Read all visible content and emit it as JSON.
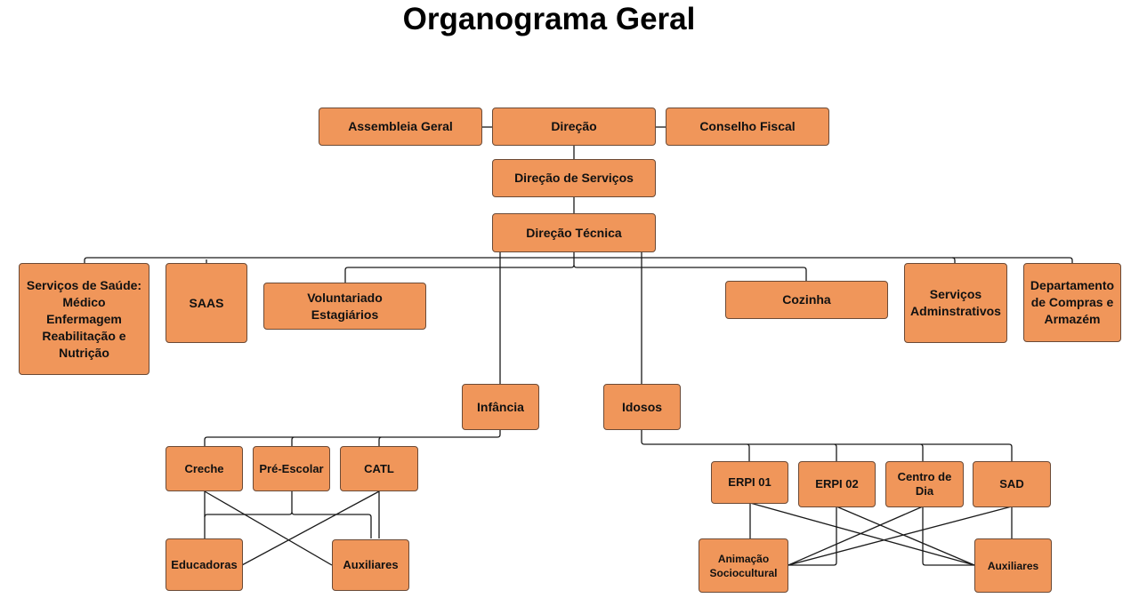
{
  "title": "Organograma Geral",
  "colors": {
    "node_fill": "#f0965a",
    "node_border": "#6b4a36",
    "connector": "#1a1a1a",
    "background": "#ffffff"
  },
  "nodes": {
    "assembleia": "Assembleia Geral",
    "direcao": "Direção",
    "conselho": "Conselho Fiscal",
    "direcao_servicos": "Direção de Serviços",
    "direcao_tecnica": "Direção Técnica",
    "saude": "Serviços de Saúde:\nMédico\nEnfermagem\nReabilitação e\nNutrição",
    "saas": "SAAS",
    "voluntariado": "Voluntariado\nEstagiários",
    "cozinha": "Cozinha",
    "administrativos": "Serviços\nAdminstrativos",
    "compras": "Departamento\nde Compras e\nArmazém",
    "infancia": "Infância",
    "idosos": "Idosos",
    "creche": "Creche",
    "pre_escolar": "Pré-Escolar",
    "catl": "CATL",
    "educadoras": "Educadoras",
    "auxiliares_infancia": "Auxiliares",
    "erpi01": "ERPI 01",
    "erpi02": "ERPI 02",
    "centro_dia": "Centro de\nDia",
    "sad": "SAD",
    "animacao": "Animação\nSociocultural",
    "auxiliares_idosos": "Auxiliares"
  }
}
